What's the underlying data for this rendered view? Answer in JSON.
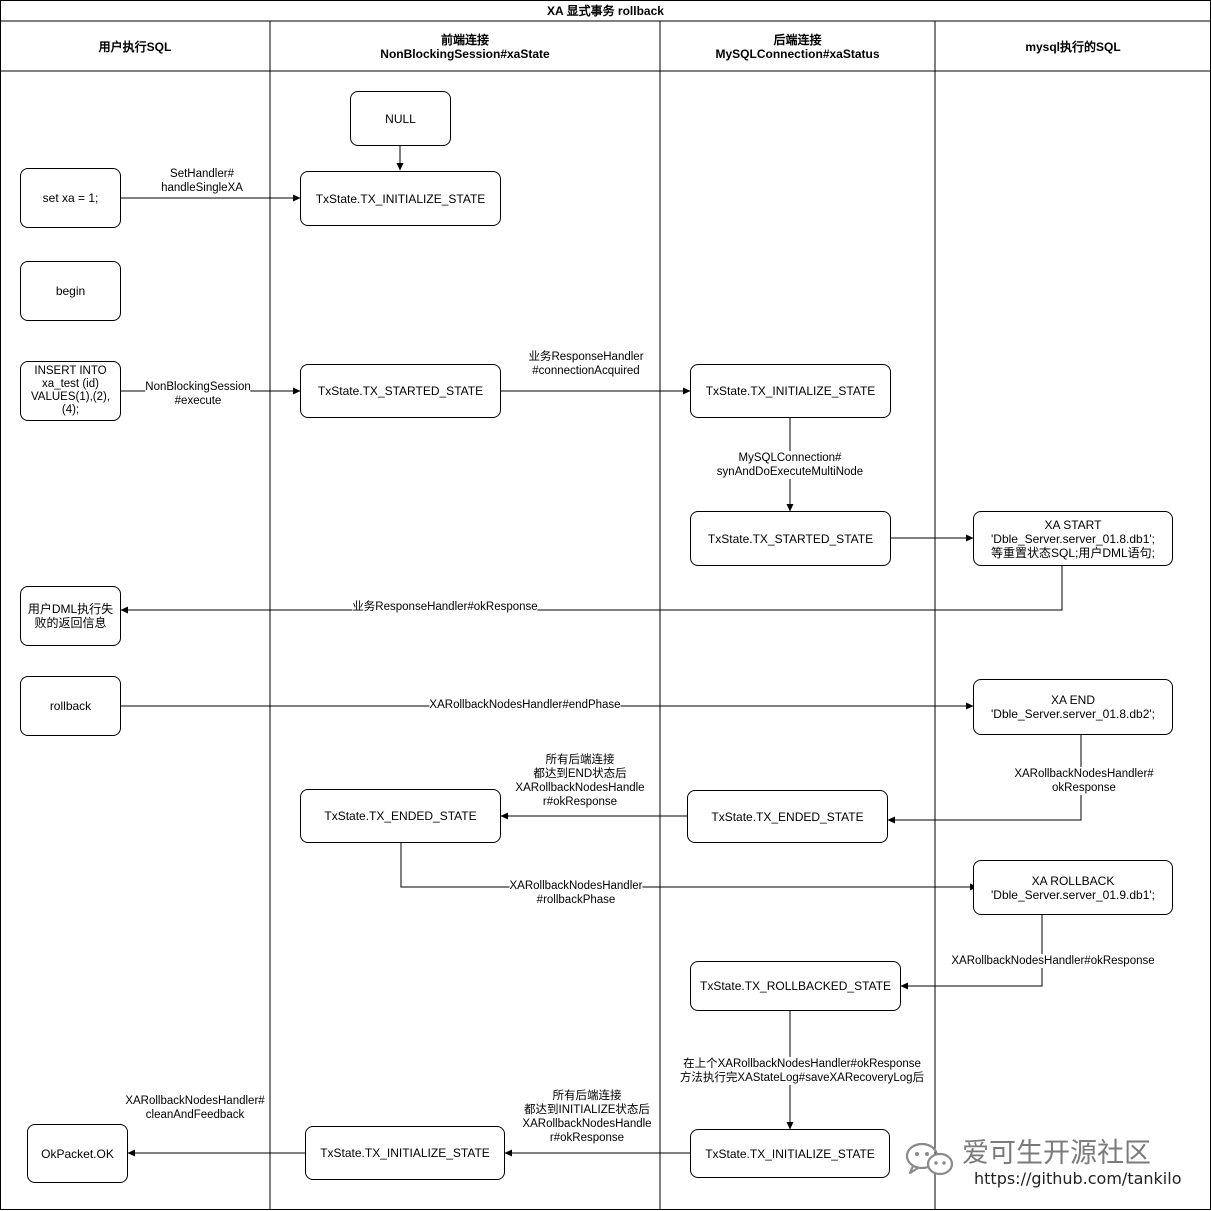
{
  "title": "XA 显式事务 rollback",
  "lanes": [
    {
      "key": "user",
      "label": "用户执行SQL"
    },
    {
      "key": "front",
      "label": "前端连接\nNonBlockingSession#xaState"
    },
    {
      "key": "back",
      "label": "后端连接\nMySQLConnection#xaStatus"
    },
    {
      "key": "mysql",
      "label": "mysql执行的SQL"
    }
  ],
  "nodes": {
    "null_state": "NULL",
    "set_xa": "set xa = 1;",
    "front_initialize_1": "TxState.TX_INITIALIZE_STATE",
    "begin": "begin",
    "insert_sql": "INSERT INTO\nxa_test (id)\nVALUES(1),(2),\n(4);",
    "front_started": "TxState.TX_STARTED_STATE",
    "back_initialize_1": "TxState.TX_INITIALIZE_STATE",
    "back_started": "TxState.TX_STARTED_STATE",
    "xa_start": "XA START\n'Dble_Server.server_01.8.db1';\n等重置状态SQL;用户DML语句;",
    "dml_fail": "用户DML执行失\n败的返回信息",
    "rollback": "rollback",
    "xa_end": "XA END\n'Dble_Server.server_01.8.db2';",
    "back_ended": "TxState.TX_ENDED_STATE",
    "front_ended": "TxState.TX_ENDED_STATE",
    "xa_rollback": "XA ROLLBACK\n'Dble_Server.server_01.9.db1';",
    "back_rollbacked": "TxState.TX_ROLLBACKED_STATE",
    "back_initialize_2": "TxState.TX_INITIALIZE_STATE",
    "front_initialize_2": "TxState.TX_INITIALIZE_STATE",
    "ok_packet": "OkPacket.OK"
  },
  "edges": {
    "set_handler": "SetHandler#\nhandleSingleXA",
    "nbs_execute": "NonBlockingSession\n#execute",
    "conn_acquired": "业务ResponseHandler\n#connectionAcquired",
    "syn_execute": "MySQLConnection#\nsynAndDoExecuteMultiNode",
    "ok_response": "业务ResponseHandler#okResponse",
    "end_phase": "XARollbackNodesHandler#endPhase",
    "end_ok_response": "XARollbackNodesHandler#\nokResponse",
    "all_ended": "所有后端连接\n都达到END状态后\nXARollbackNodesHandle\nr#okResponse",
    "rollback_phase": "XARollbackNodesHandler\n#rollbackPhase",
    "rollback_ok_response": "XARollbackNodesHandler#okResponse",
    "save_log": "在上个XARollbackNodesHandler#okResponse\n方法执行完XAStateLog#saveXARecoveryLog后",
    "all_initialized": "所有后端连接\n都达到INITIALIZE状态后\nXARollbackNodesHandle\nr#okResponse",
    "clean_feedback": "XARollbackNodesHandler#\ncleanAndFeedback"
  },
  "watermark": {
    "icon": "wechat-icon",
    "name": "爱可生开源社区",
    "url": "https://github.com/tankilo"
  }
}
